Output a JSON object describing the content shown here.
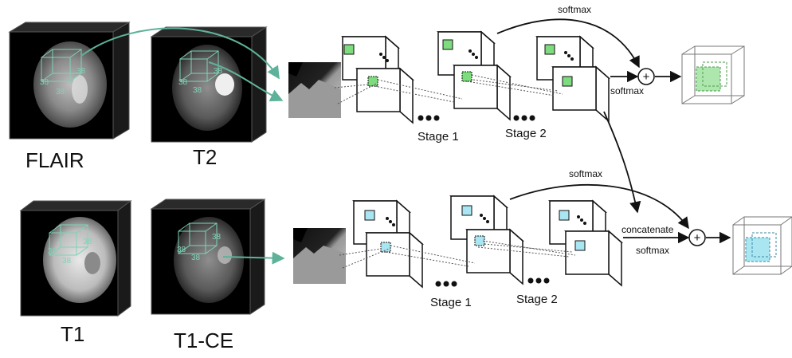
{
  "modalities": {
    "flair": "FLAIR",
    "t2": "T2",
    "t1": "T1",
    "t1ce": "T1-CE"
  },
  "patch_dims": {
    "a": "38",
    "b": "38",
    "c": "38"
  },
  "stages": {
    "stage1": "Stage 1",
    "stage2": "Stage 2"
  },
  "ops": {
    "softmax": "softmax",
    "concatenate": "concatenate",
    "sum_symbol": "+"
  },
  "colors": {
    "arrow_teal": "#5fb29a",
    "green_fill": "#7ddc7d",
    "blue_fill": "#a9e6f2",
    "cube_stroke": "#111111"
  }
}
